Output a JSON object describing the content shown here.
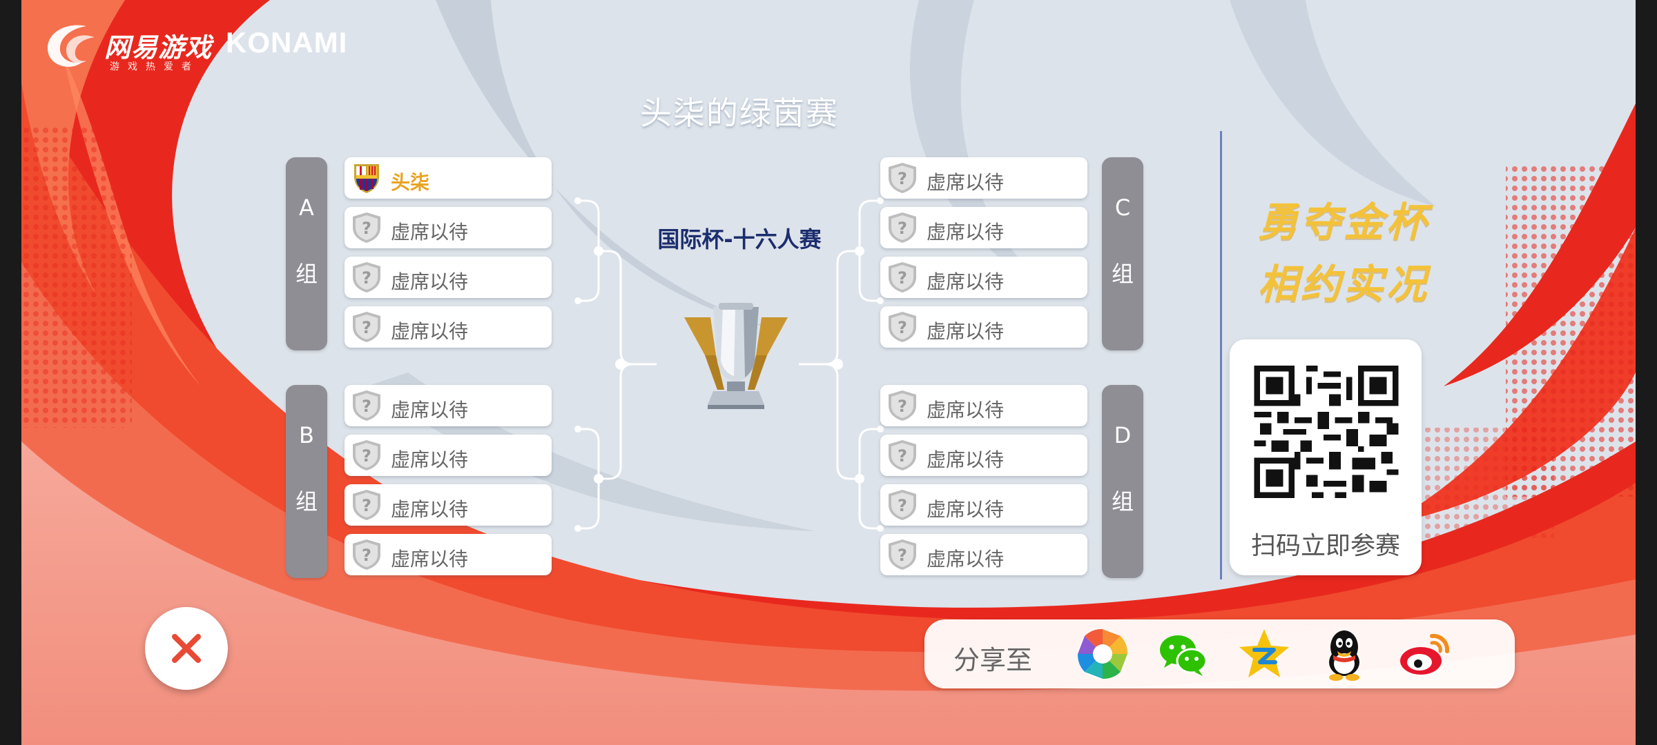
{
  "header": {
    "netease_name": "网易游戏",
    "netease_tag": "游戏热爱者",
    "konami": "KONAMI"
  },
  "title": "头柒的绿茵赛",
  "cup_title": "国际杯-十六人赛",
  "groups": [
    {
      "id": "A",
      "suffix": "组"
    },
    {
      "id": "B",
      "suffix": "组"
    },
    {
      "id": "C",
      "suffix": "组"
    },
    {
      "id": "D",
      "suffix": "组"
    }
  ],
  "slots": {
    "a": [
      "头柒",
      "虚席以待",
      "虚席以待",
      "虚席以待"
    ],
    "b": [
      "虚席以待",
      "虚席以待",
      "虚席以待",
      "虚席以待"
    ],
    "c": [
      "虚席以待",
      "虚席以待",
      "虚席以待",
      "虚席以待"
    ],
    "d": [
      "虚席以待",
      "虚席以待",
      "虚席以待",
      "虚席以待"
    ]
  },
  "slogan": [
    "勇夺金杯",
    "相约实况"
  ],
  "qr": {
    "label": "扫码立即参赛"
  },
  "share": {
    "label": "分享至",
    "targets": [
      "moments-icon",
      "wechat-icon",
      "qzone-icon",
      "qq-icon",
      "weibo-icon"
    ]
  },
  "colors": {
    "accent_red": "#e8281e",
    "filled_name": "#e9a321",
    "group_tab": "#8e8e94",
    "cup_title": "#1c2e6e",
    "slogan": "#f3c23a"
  }
}
